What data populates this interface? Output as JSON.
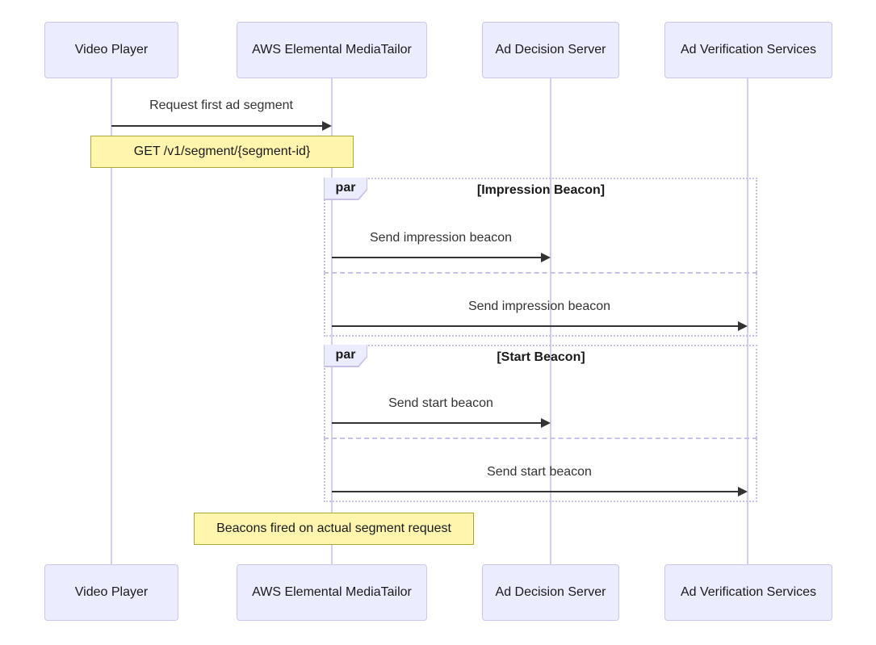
{
  "diagram": {
    "type": "sequence",
    "participants": [
      {
        "name": "Video Player"
      },
      {
        "name": "AWS Elemental MediaTailor"
      },
      {
        "name": "Ad Decision Server"
      },
      {
        "name": "Ad Verification Services"
      }
    ],
    "messages": {
      "request_segment": {
        "from": "Video Player",
        "to": "AWS Elemental MediaTailor",
        "label": "Request first ad segment"
      }
    },
    "notes": {
      "get_segment": {
        "over": [
          "Video Player",
          "AWS Elemental MediaTailor"
        ],
        "text": "GET /v1/segment/{segment-id}"
      },
      "beacons_fired": {
        "over": [
          "AWS Elemental MediaTailor"
        ],
        "text": "Beacons fired on actual segment request"
      }
    },
    "par_blocks": [
      {
        "keyword": "par",
        "condition": "[Impression Beacon]",
        "messages": [
          {
            "from": "AWS Elemental MediaTailor",
            "to": "Ad Decision Server",
            "label": "Send impression beacon"
          },
          {
            "from": "AWS Elemental MediaTailor",
            "to": "Ad Verification Services",
            "label": "Send impression beacon"
          }
        ]
      },
      {
        "keyword": "par",
        "condition": "[Start Beacon]",
        "messages": [
          {
            "from": "AWS Elemental MediaTailor",
            "to": "Ad Decision Server",
            "label": "Send start beacon"
          },
          {
            "from": "AWS Elemental MediaTailor",
            "to": "Ad Verification Services",
            "label": "Send start beacon"
          }
        ]
      }
    ],
    "colors": {
      "actor_fill": "#ECECFF",
      "actor_border": "#CCC6EE",
      "lifeline": "#D5CDEB",
      "note_fill": "#FFF5AD",
      "note_border": "#AAAA33",
      "arrow": "#333333",
      "frame_border": "#C9C0EA",
      "text": "#333333"
    }
  }
}
